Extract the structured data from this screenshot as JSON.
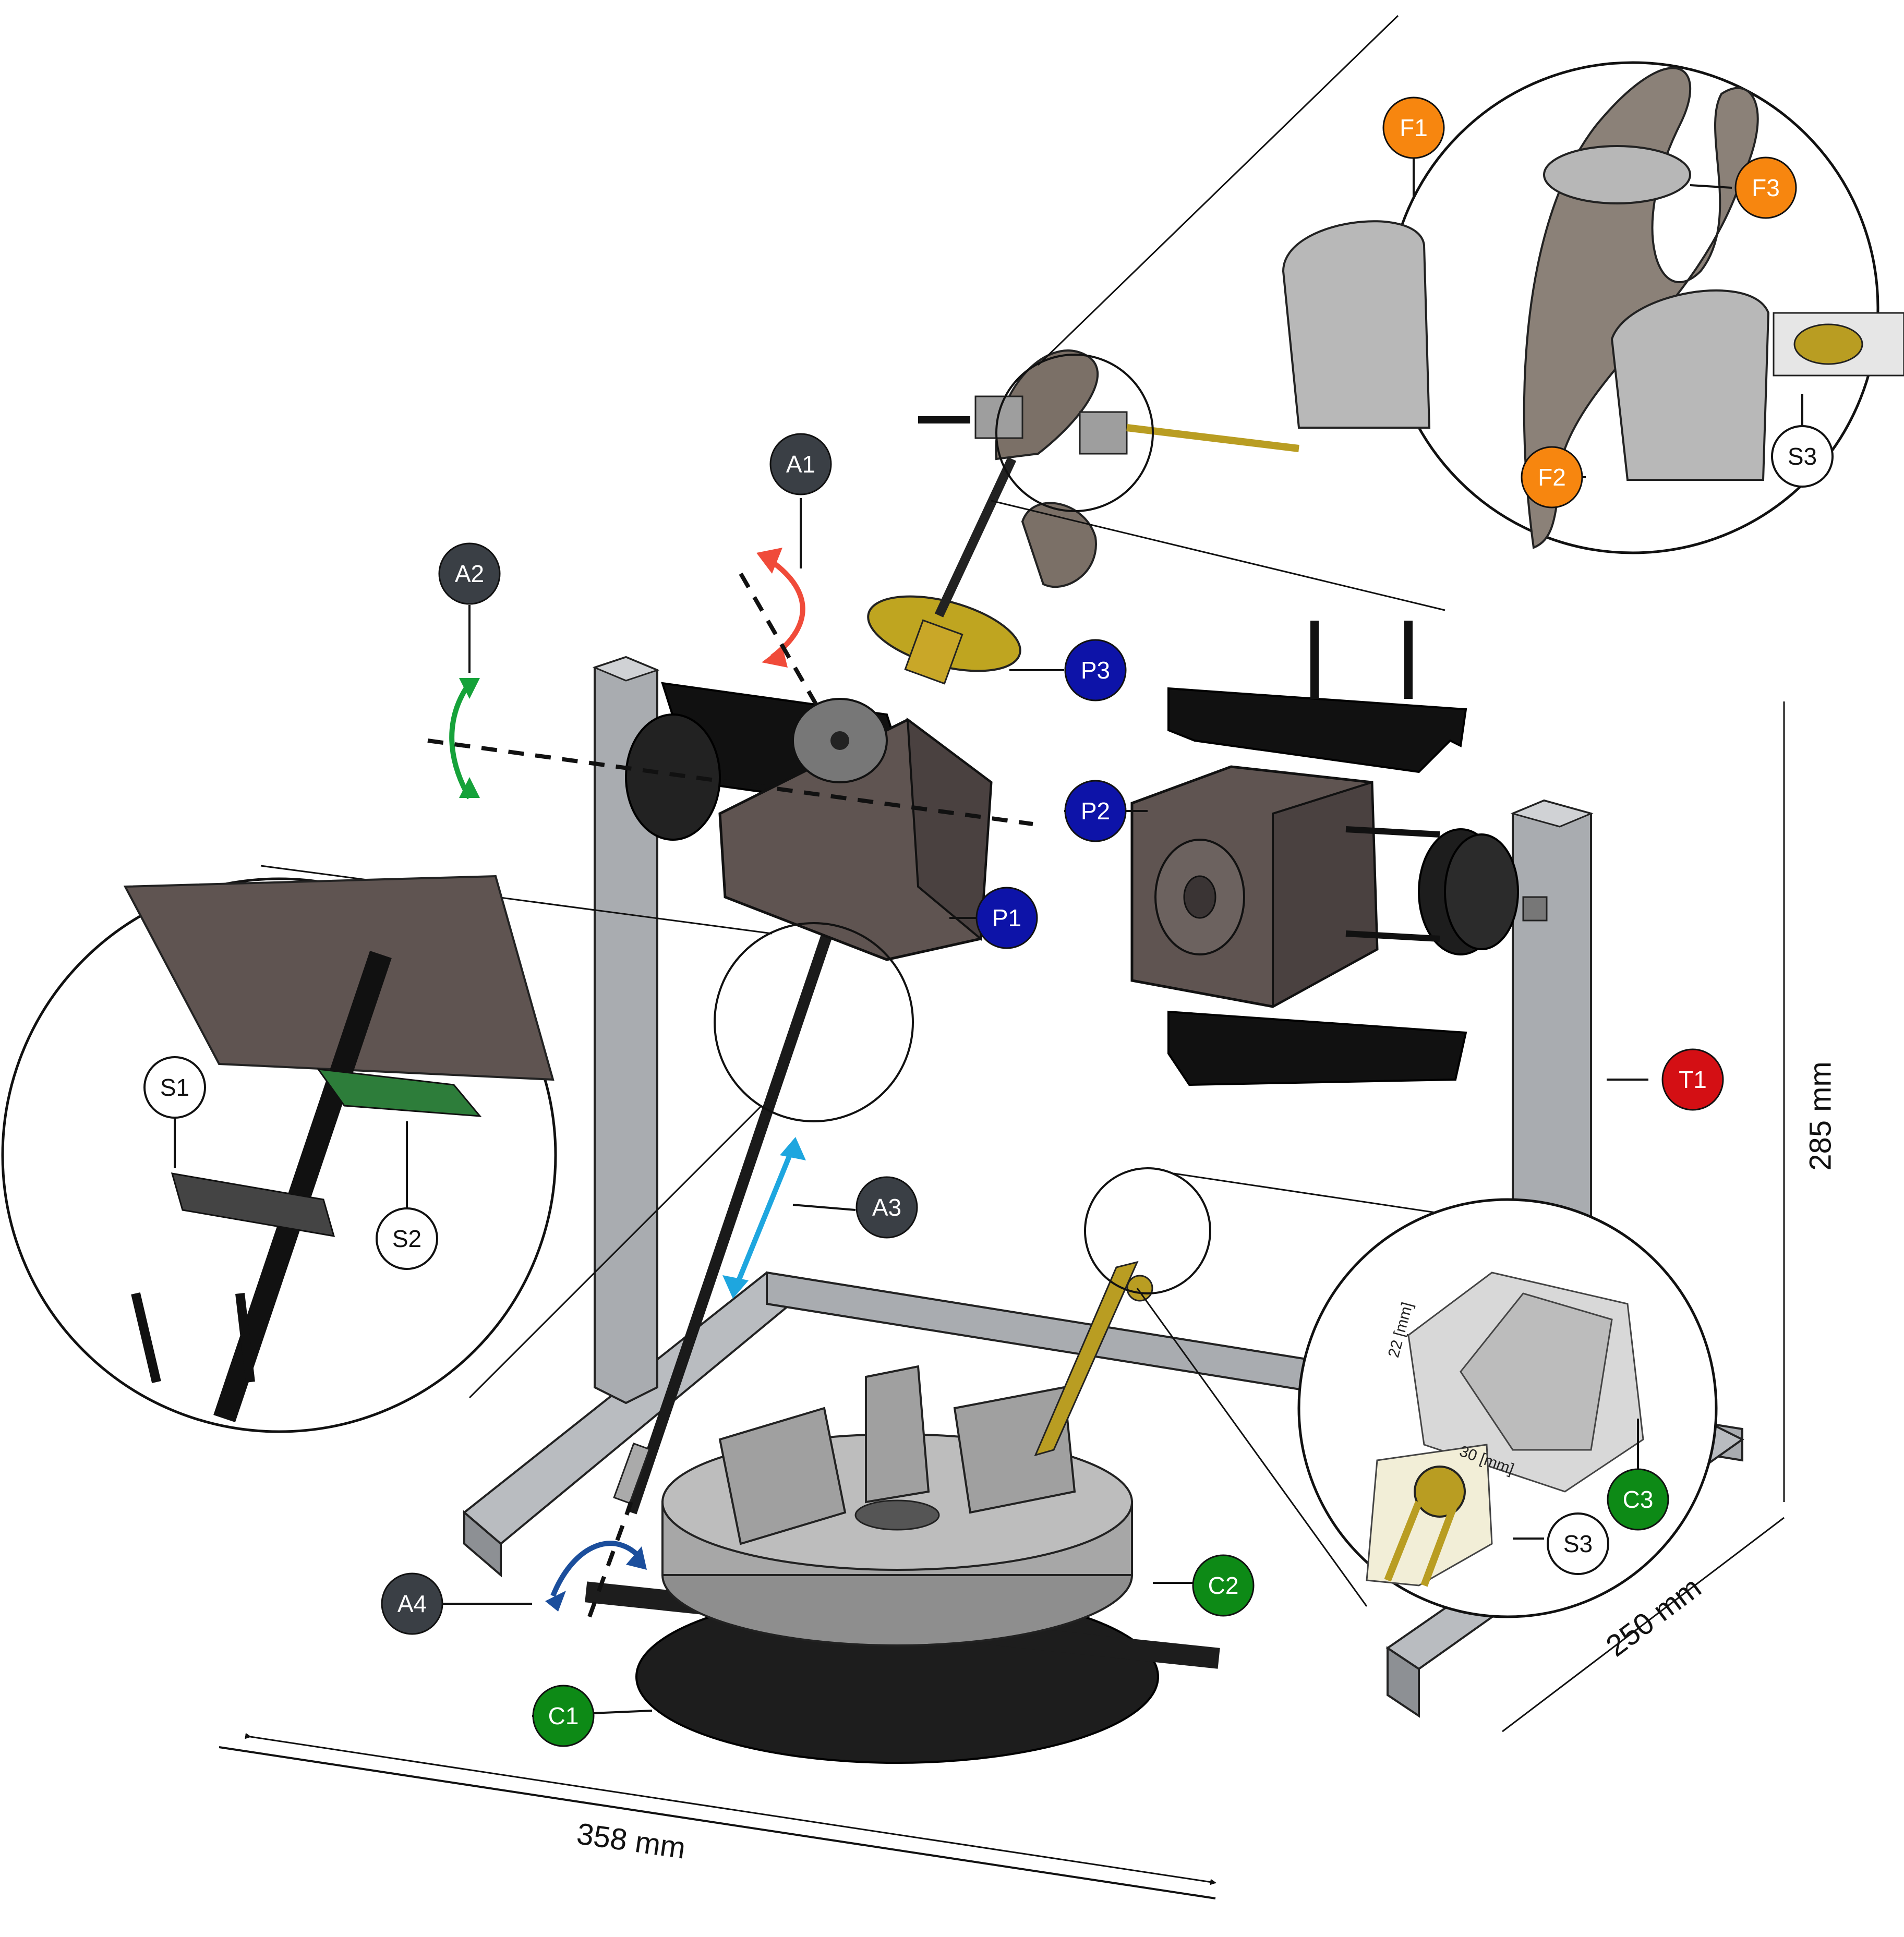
{
  "colors": {
    "dark": "#3a3f45",
    "blue": "#0d13a8",
    "orange": "#f7860f",
    "green": "#0d8a16",
    "red": "#d40f14",
    "white": "#ffffff",
    "frame": "#a9acb0",
    "block": "#5f5451",
    "chuck": "#a7a7a7",
    "black": "#111111",
    "gold": "#bfa520",
    "arrow_red": "#f04b3a",
    "arrow_green": "#16a23a",
    "arrow_cyan": "#1ea6df",
    "arrow_navy": "#1b4e9c"
  },
  "labels": {
    "A1": "A1",
    "A2": "A2",
    "A3": "A3",
    "A4": "A4",
    "P1": "P1",
    "P2": "P2",
    "P3": "P3",
    "F1": "F1",
    "F2": "F2",
    "F3": "F3",
    "S1": "S1",
    "S2": "S2",
    "S3": "S3",
    "S3b": "S3",
    "C1": "C1",
    "C2": "C2",
    "C3": "C3",
    "T1": "T1"
  },
  "dimensions": {
    "width": "358 mm",
    "height": "285 mm",
    "depth": "250 mm",
    "pad_height": "22 [mm]",
    "pad_width": "30 [mm]"
  }
}
